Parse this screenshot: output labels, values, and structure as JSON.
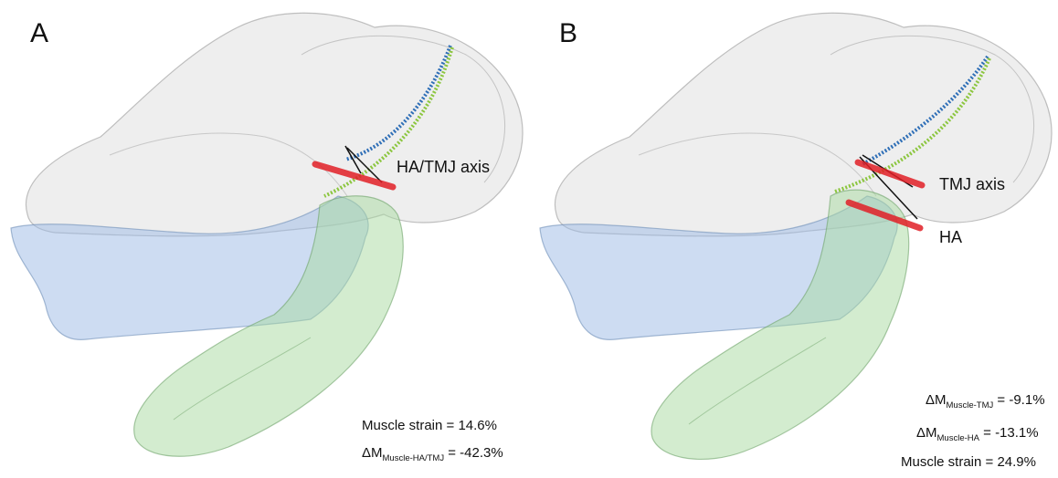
{
  "panel_a": {
    "letter": "A",
    "axis_label": "HA/TMJ axis",
    "stats": [
      {
        "text": "Muscle strain = 14.6%"
      },
      {
        "prefix": "ΔM",
        "sub": "Muscle-HA/TMJ",
        "value": " = -42.3%"
      }
    ]
  },
  "panel_b": {
    "letter": "B",
    "tmj_label": "TMJ axis",
    "ha_label": "HA",
    "stats": [
      {
        "prefix": "ΔM",
        "sub": "Muscle-TMJ",
        "value": " = -9.1%"
      },
      {
        "prefix": "ΔM",
        "sub": "Muscle-HA",
        "value": " = -13.1%"
      },
      {
        "text": "Muscle strain = 24.9%"
      }
    ]
  },
  "colors": {
    "skull": "#c9c9c9",
    "mandible_closed": "#9cb9e6",
    "mandible_open": "#a8d9a0",
    "muscle_blue": "#2f6fb7",
    "muscle_green": "#8cc63f",
    "axis_red": "#e01f26"
  }
}
